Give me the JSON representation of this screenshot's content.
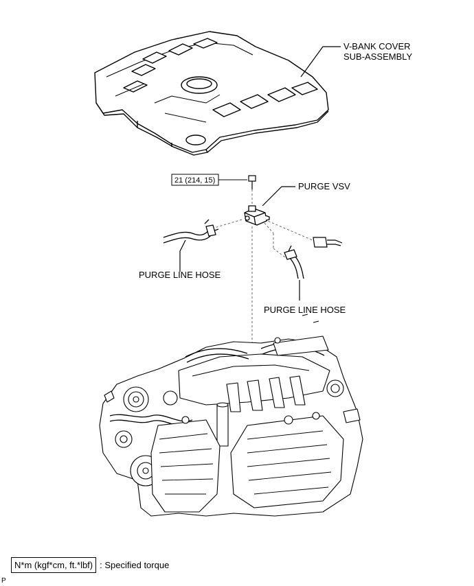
{
  "labels": {
    "v_bank_cover_line1": "V-BANK COVER",
    "v_bank_cover_line2": "SUB-ASSEMBLY",
    "purge_vsv": "PURGE VSV",
    "purge_line_hose_left": "PURGE LINE HOSE",
    "purge_line_hose_right": "PURGE LINE HOSE",
    "torque_value": "21 (214, 15)"
  },
  "legend": {
    "units": "N*m (kgf*cm, ft.*lbf)",
    "description": ": Specified torque"
  },
  "corner_mark": "P"
}
